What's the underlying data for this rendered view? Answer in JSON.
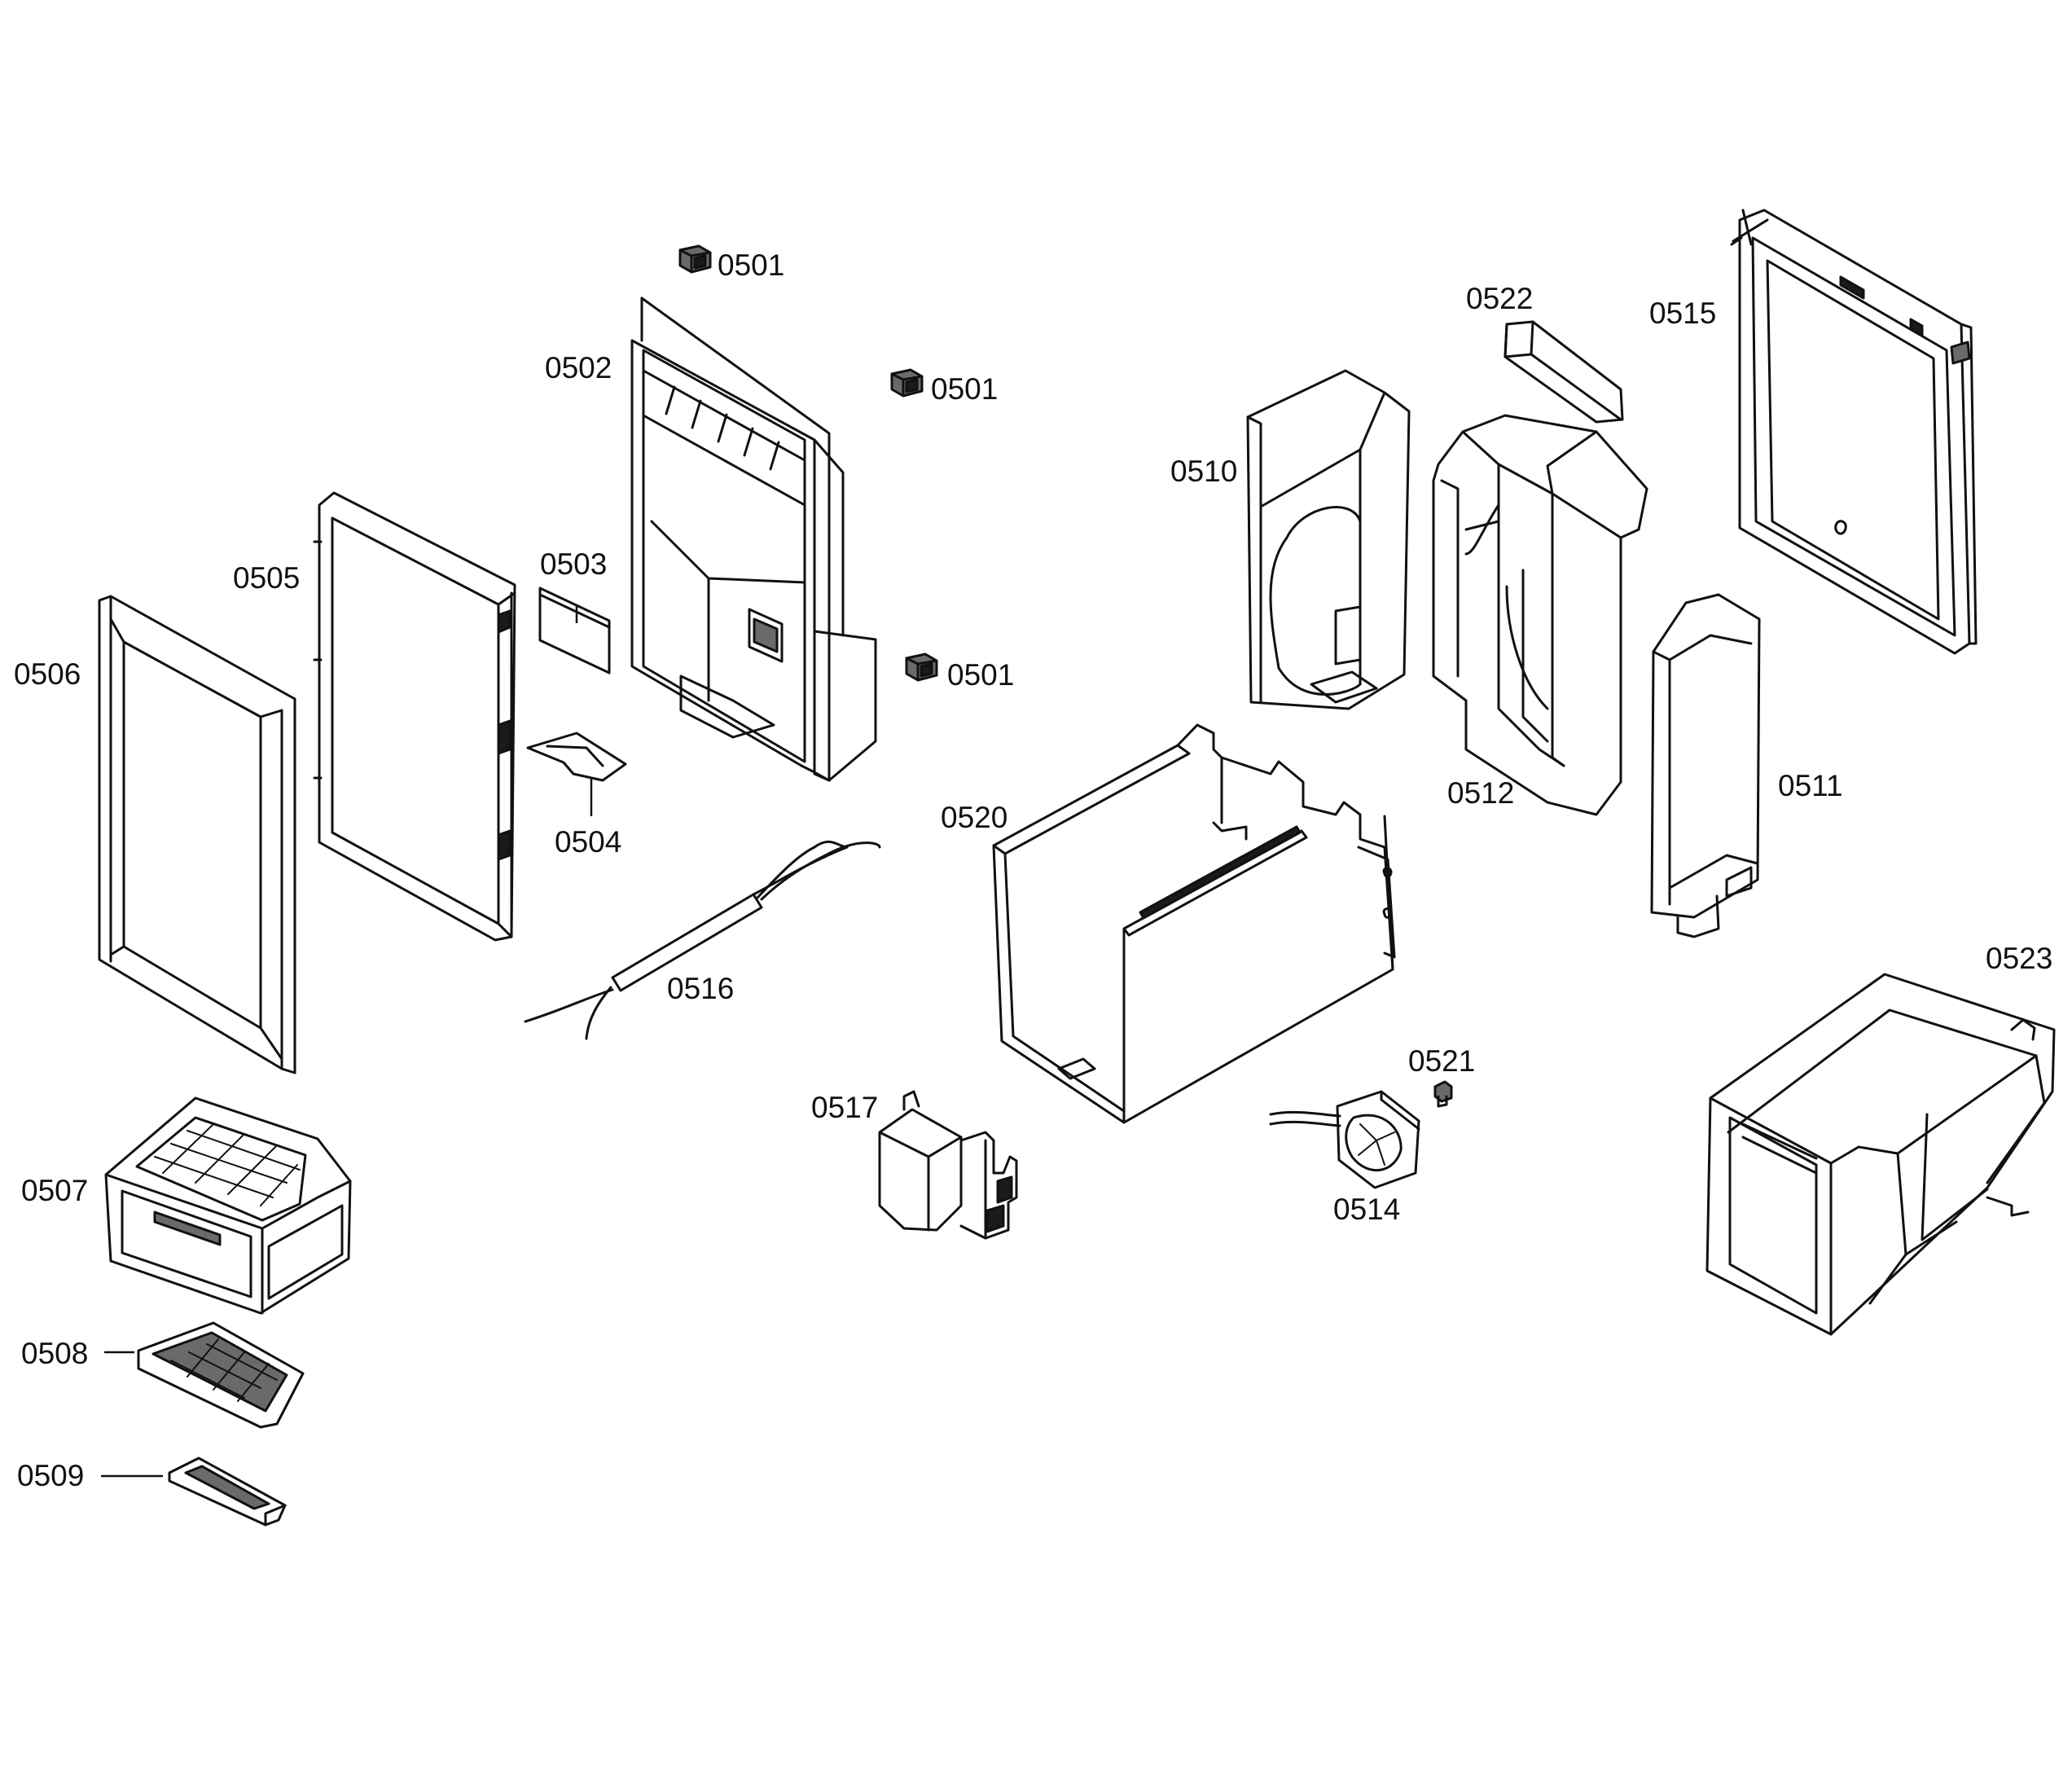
{
  "colors": {
    "background": "#ffffff",
    "line": "#111111"
  },
  "parts": [
    {
      "id": "0501a",
      "label": "0501"
    },
    {
      "id": "0501b",
      "label": "0501"
    },
    {
      "id": "0501c",
      "label": "0501"
    },
    {
      "id": "0502",
      "label": "0502"
    },
    {
      "id": "0503",
      "label": "0503"
    },
    {
      "id": "0504",
      "label": "0504"
    },
    {
      "id": "0505",
      "label": "0505"
    },
    {
      "id": "0506",
      "label": "0506"
    },
    {
      "id": "0507",
      "label": "0507"
    },
    {
      "id": "0508",
      "label": "0508"
    },
    {
      "id": "0509",
      "label": "0509"
    },
    {
      "id": "0510",
      "label": "0510"
    },
    {
      "id": "0511",
      "label": "0511"
    },
    {
      "id": "0512",
      "label": "0512"
    },
    {
      "id": "0514",
      "label": "0514"
    },
    {
      "id": "0515",
      "label": "0515"
    },
    {
      "id": "0516",
      "label": "0516"
    },
    {
      "id": "0517",
      "label": "0517"
    },
    {
      "id": "0520",
      "label": "0520"
    },
    {
      "id": "0521",
      "label": "0521"
    },
    {
      "id": "0522",
      "label": "0522"
    },
    {
      "id": "0523",
      "label": "0523"
    }
  ]
}
